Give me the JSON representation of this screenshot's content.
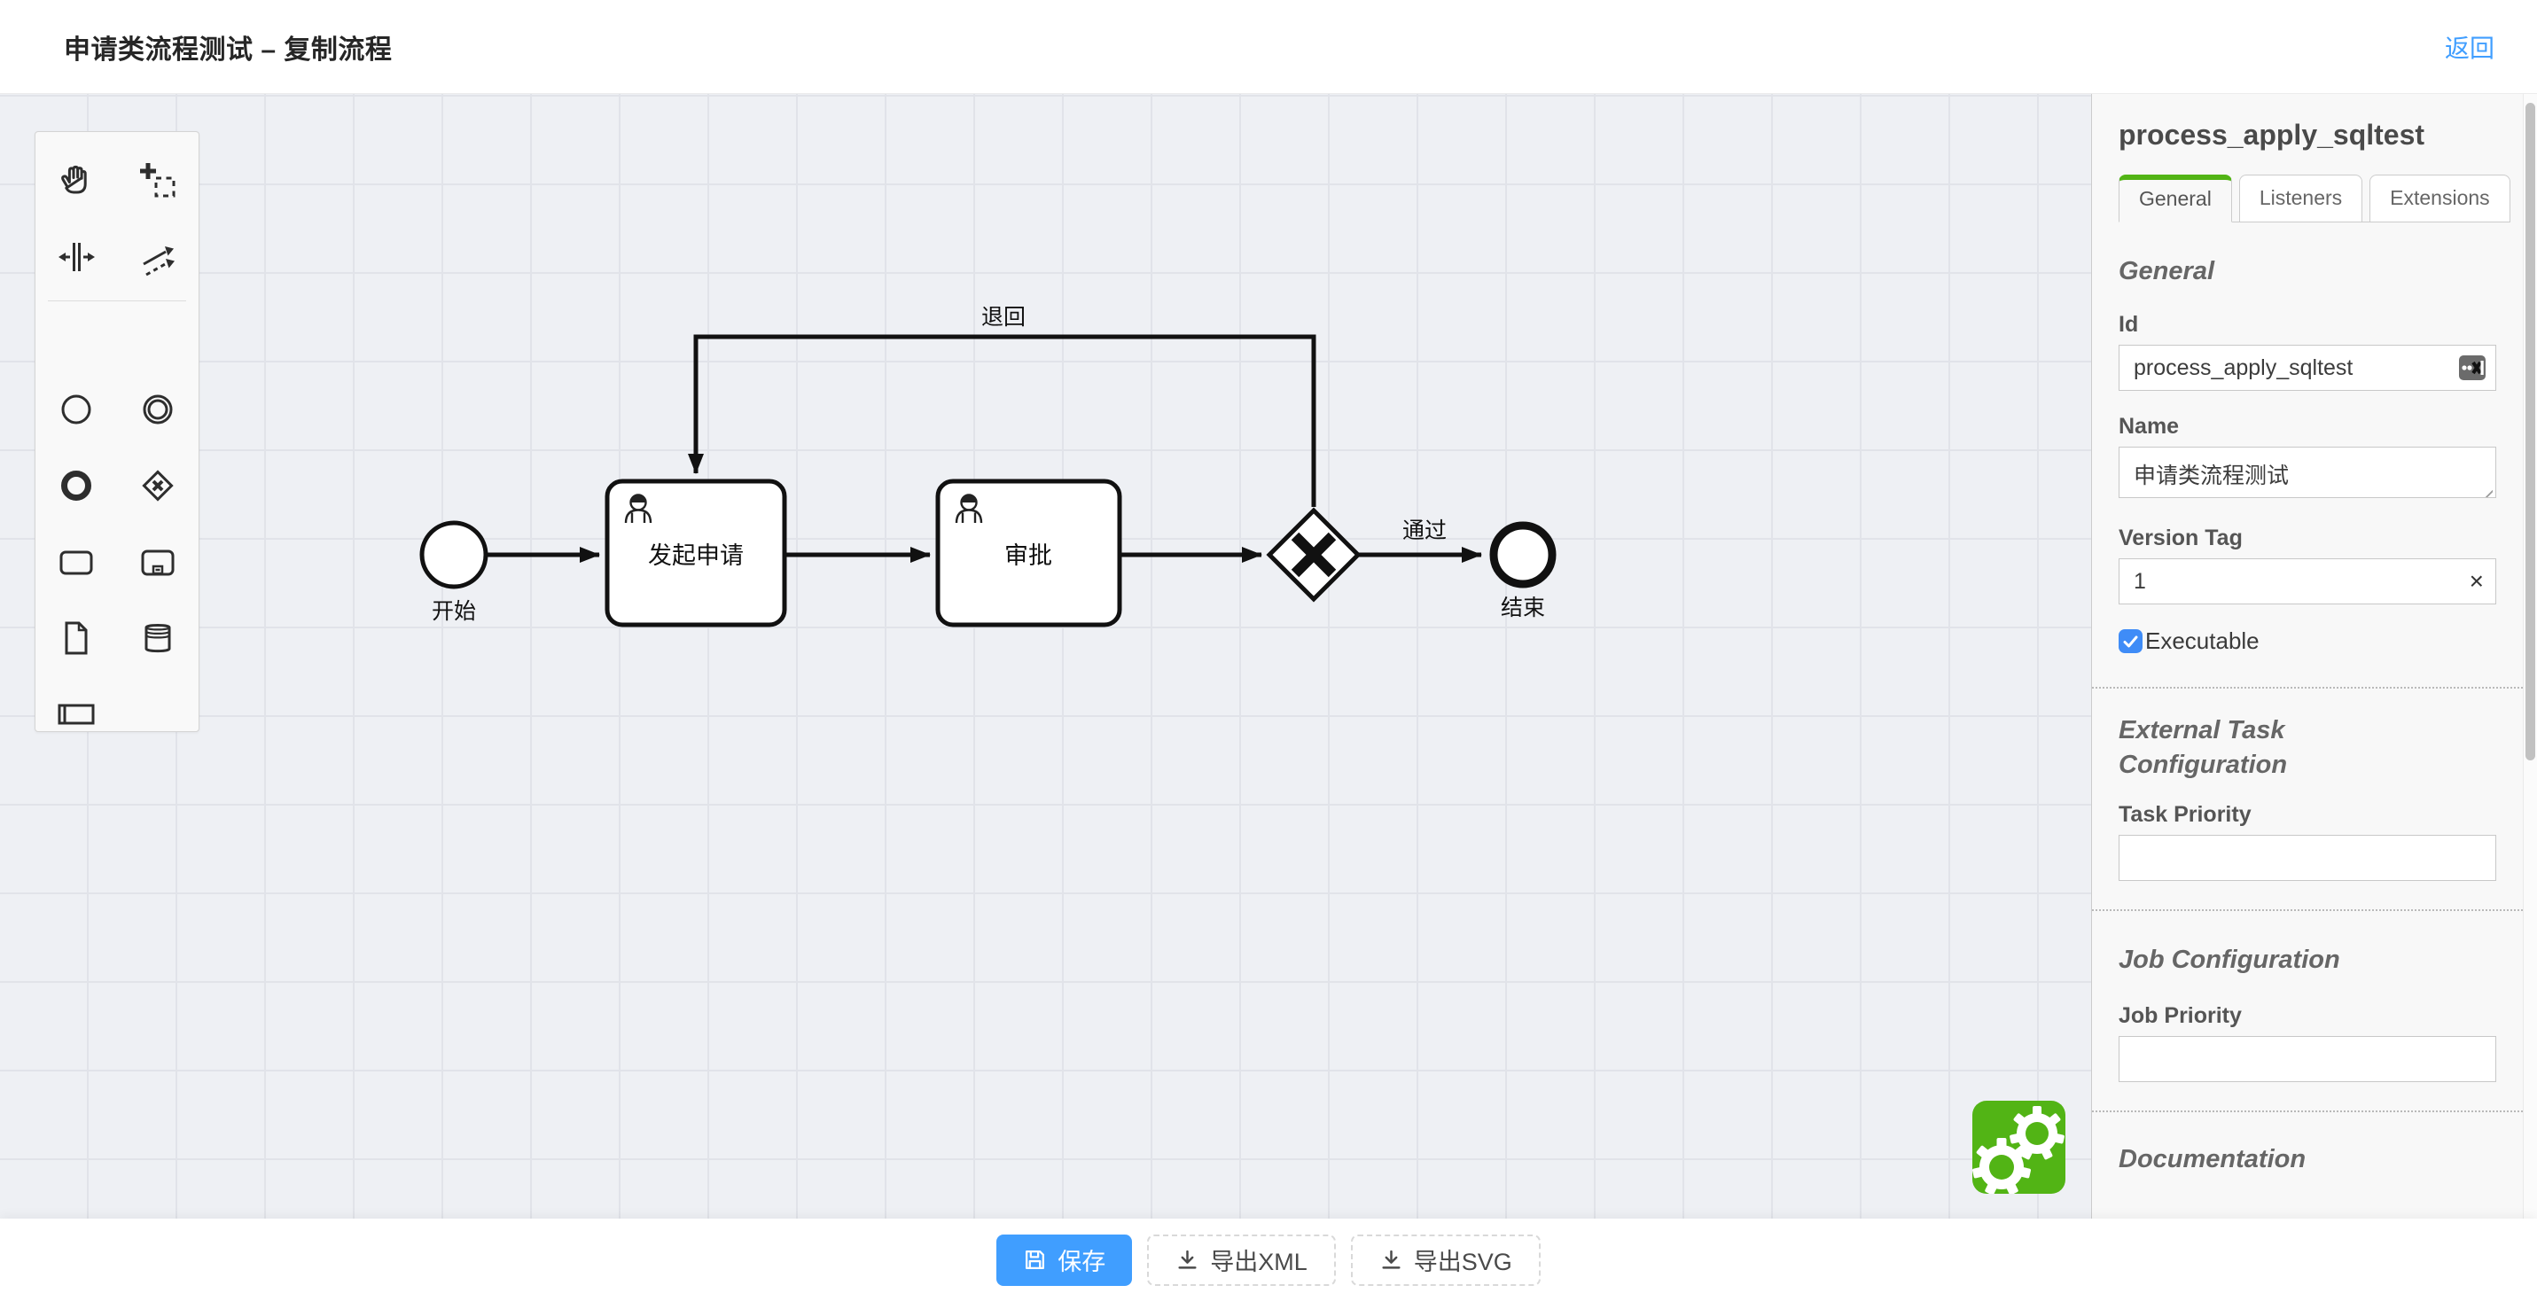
{
  "header": {
    "title": "申请类流程测试 – 复制流程",
    "back_label": "返回"
  },
  "palette": {
    "tools": [
      "hand-tool",
      "lasso-tool",
      "space-tool",
      "global-connect-tool",
      "create-start-event",
      "create-intermediate-event",
      "create-end-event",
      "create-exclusive-gateway",
      "create-task",
      "create-subprocess",
      "create-data-object",
      "create-data-store",
      "create-participant"
    ]
  },
  "diagram": {
    "nodes": [
      {
        "id": "start",
        "type": "start-event",
        "label": "开始"
      },
      {
        "id": "task1",
        "type": "user-task",
        "label": "发起申请"
      },
      {
        "id": "task2",
        "type": "user-task",
        "label": "审批"
      },
      {
        "id": "gateway",
        "type": "exclusive-gateway",
        "label": ""
      },
      {
        "id": "end",
        "type": "end-event",
        "label": "结束"
      }
    ],
    "edges": [
      {
        "from": "start",
        "to": "task1",
        "label": ""
      },
      {
        "from": "task1",
        "to": "task2",
        "label": ""
      },
      {
        "from": "task2",
        "to": "gateway",
        "label": ""
      },
      {
        "from": "gateway",
        "to": "end",
        "label": "通过"
      },
      {
        "from": "gateway",
        "to": "task1",
        "label": "退回"
      }
    ],
    "labels": {
      "start": "开始",
      "task1": "发起申请",
      "task2": "审批",
      "end": "结束",
      "pass": "通过",
      "reject": "退回"
    }
  },
  "panel": {
    "title": "process_apply_sqltest",
    "tabs": [
      {
        "label": "General",
        "active": true
      },
      {
        "label": "Listeners",
        "active": false
      },
      {
        "label": "Extensions",
        "active": false
      }
    ],
    "general": {
      "heading": "General",
      "id_label": "Id",
      "id_value": "process_apply_sqltest",
      "name_label": "Name",
      "name_value": "申请类流程测试",
      "version_label": "Version Tag",
      "version_value": "1",
      "clear_glyph": "×",
      "executable_label": "Executable",
      "executable_checked": true
    },
    "external_task": {
      "heading": "External Task Configuration",
      "task_priority_label": "Task Priority",
      "task_priority_value": ""
    },
    "job": {
      "heading": "Job Configuration",
      "job_priority_label": "Job Priority",
      "job_priority_value": ""
    },
    "documentation": {
      "heading": "Documentation"
    }
  },
  "footer": {
    "save_label": "保存",
    "export_xml_label": "导出XML",
    "export_svg_label": "导出SVG"
  },
  "colors": {
    "accent_blue": "#409eff",
    "bpmn_green": "#52b415",
    "checkbox_blue": "#3f8cf7"
  }
}
